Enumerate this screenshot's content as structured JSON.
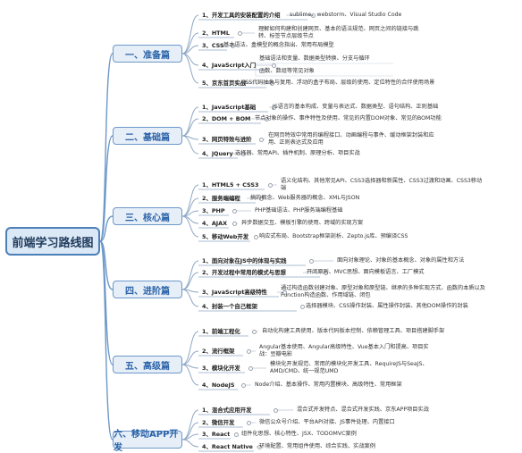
{
  "root": "前端学习路线图",
  "sections": [
    {
      "title": "一、准备篇",
      "items": [
        {
          "label": "1、开发工具的安装配置的介绍",
          "detail": "sublime、webstorm、Visual Studio Code"
        },
        {
          "label": "2、HTML",
          "detail": "理解如何构建和创建网页、基本的语法规范、网页之间的链接与跳转、标签节点层级节点"
        },
        {
          "label": "3、CSS",
          "detail": "基本语法、盒模型的概念指出、常用布局模型"
        },
        {
          "label": "4、JavaScript入门",
          "detail": [
            "基础语法和变量、数据类型转换、分支与循环",
            "函数、数组等常见对象"
          ]
        },
        {
          "label": "5、京东首页实战",
          "detail": "CSS代码抽象与复用、浮动的盒子布局、层级的使用、定位特性的合伴使用场景"
        }
      ]
    },
    {
      "title": "二、基础篇",
      "items": [
        {
          "label": "1、JavaScript基础",
          "detail": "JS语言的基本构成、变量与表达式、数据类型、语句结构、正则基础"
        },
        {
          "label": "2、DOM + BOM",
          "detail": "节点对象的操作、事件特性及使用、常见的内置DOM对象、常见的BOM功能"
        },
        {
          "label": "3、网页特效与进阶",
          "detail": "在网页特效中常用的编程接口、动画编程与事件、缓动框架封装和应用、正则表达式及应用"
        },
        {
          "label": "4、jQuery",
          "detail": "选择器、常用API、插件机制、原理分析、项目实战"
        }
      ]
    },
    {
      "title": "三、核心篇",
      "items": [
        {
          "label": "1、HTML5 + CSS3",
          "detail": "语义化结构、其他常见API、CSS3选择器和新属性、CSS3过渡和动画、CSS3移动端"
        },
        {
          "label": "2、服务端编程",
          "detail": "搞的概念、Web服务器的概念、XML与JSON"
        },
        {
          "label": "3、PHP",
          "detail": "PHP基础语法、PHP服务端编程基础"
        },
        {
          "label": "4、AJAX",
          "detail": "异步数据交互、模板引擎的使用、跨域的实现方案"
        },
        {
          "label": "5、移动Web开发",
          "detail": "响应式布局、Bootstrap框架剖析、Zepto.js库、预编译CSS"
        }
      ]
    },
    {
      "title": "四、进阶篇",
      "items": [
        {
          "label": "1、面向对象在JS中的体现与实践",
          "detail": "面向对象理论、对象的基本概念、对象的属性和方法"
        },
        {
          "label": "2、开发过程中常用的模式与思想",
          "detail": "开闭原则、MVC思想、面向模板语言、工厂模式"
        },
        {
          "label": "3、JavaScript高级特性",
          "detail": "通过构造函数创建对象、原型对象和原型链、继承的多种实现方式、函数的本质以及Function构造函数、作用域链、闭包"
        },
        {
          "label": "4、封装一个自己框架",
          "detail": "选择器模块、CSS操作封装、属性操作封装、其他DOM操作的封装"
        }
      ]
    },
    {
      "title": "五、高级篇",
      "items": [
        {
          "label": "1、前端工程化",
          "detail": "自动化构建工具使用、版本代码版本控制、依赖管理工具、项目搭建脚手架"
        },
        {
          "label": "2、流行框架",
          "detail": "Angular基本使用、Angular高级特性、Vue基本入门和提高、项目实战：豆瓣电影"
        },
        {
          "label": "3、模块化开发",
          "detail": "模块化开发规范、常用的模块化开发工具、RequireJS与SeaJS、AMD/CMD、统一规范UMD"
        },
        {
          "label": "4、NodeJS",
          "detail": "Node介绍、基本操作、常用内置模块、高级特性、常用框架"
        }
      ]
    },
    {
      "title": "六、移动APP开发",
      "items": [
        {
          "label": "1、混合式应用开发",
          "detail": "混合式开发特点、混合式开发实践、京东APP项目实战"
        },
        {
          "label": "2、微信开发",
          "detail": "微信公众号介绍、平台API对接、JS事件处理、内置接口"
        },
        {
          "label": "3、React",
          "detail": "组件化思想、核心特性、JSX、TODOMVC案例"
        },
        {
          "label": "4、React Native",
          "detail": "环境配置、常用组件使用、综合实践、实战案例"
        }
      ]
    }
  ]
}
